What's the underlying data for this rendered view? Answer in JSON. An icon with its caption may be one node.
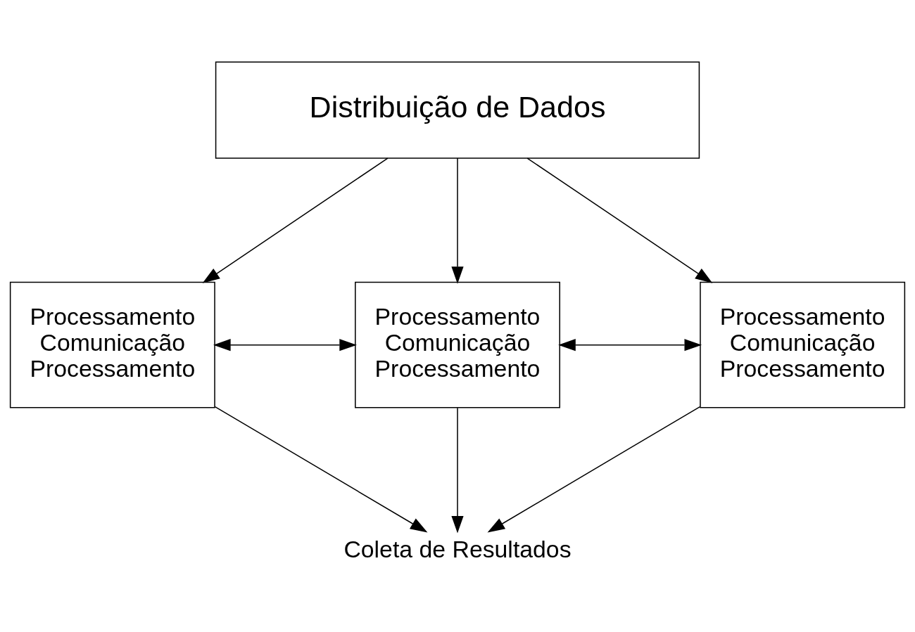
{
  "diagram": {
    "nodes": [
      {
        "text": [
          "Distribuição de Dados"
        ]
      },
      {
        "text": [
          "Processamento",
          "Comunicação",
          "Processamento"
        ]
      },
      {
        "text": [
          "Processamento",
          "Comunicação",
          "Processamento"
        ]
      },
      {
        "text": [
          "Processamento",
          "Comunicação",
          "Processamento"
        ]
      },
      {
        "text": [
          "Coleta de Resultados"
        ]
      }
    ],
    "edges": [
      {
        "from": 0,
        "to": 1,
        "arrow": "to"
      },
      {
        "from": 0,
        "to": 2,
        "arrow": "to"
      },
      {
        "from": 0,
        "to": 3,
        "arrow": "to"
      },
      {
        "from": 1,
        "to": 2,
        "arrow": "both"
      },
      {
        "from": 2,
        "to": 3,
        "arrow": "both"
      },
      {
        "from": 1,
        "to": 4,
        "arrow": "to"
      },
      {
        "from": 2,
        "to": 4,
        "arrow": "to"
      },
      {
        "from": 3,
        "to": 4,
        "arrow": "to"
      }
    ]
  }
}
